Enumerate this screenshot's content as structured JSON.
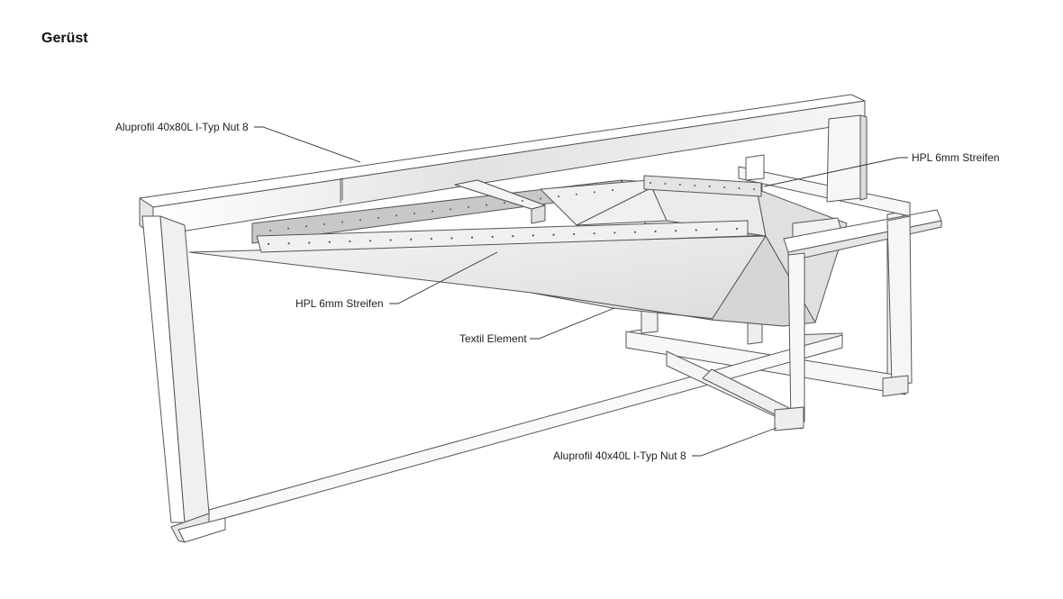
{
  "title": "Gerüst",
  "labels": {
    "profile_80": "Aluprofil 40x80L I-Typ Nut 8",
    "hpl_right": "HPL 6mm Streifen",
    "hpl_left": "HPL 6mm Streifen",
    "textile": "Textil Element",
    "profile_40": "Aluprofil 40x40L I-Typ Nut 8"
  },
  "colors": {
    "line": "#555555",
    "frame_face": "#f7f7f7",
    "frame_shade": "#d9d9d9",
    "hpl": "#c9c9c9",
    "textile": "#efefef"
  }
}
